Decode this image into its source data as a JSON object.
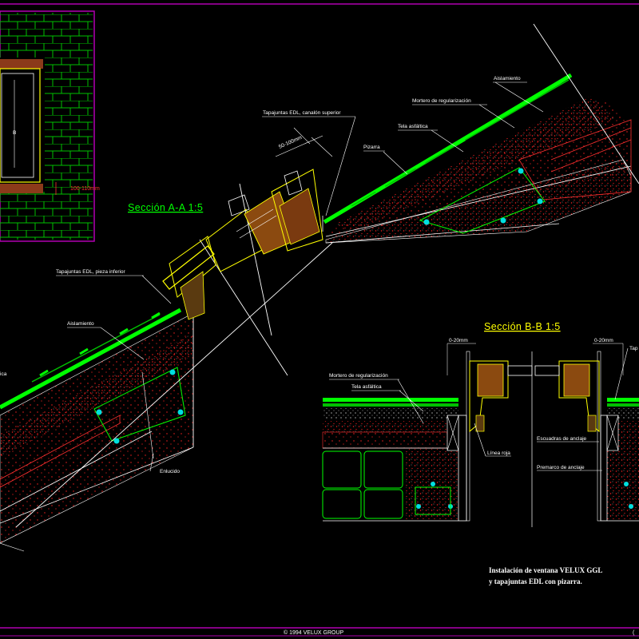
{
  "section_aa": {
    "title": "Sección A-A 1:5",
    "labels": {
      "flashing_top": "Tapajuntas EDL, canalón superior",
      "insulation_top": "Aislamiento",
      "levelling_mortar_top": "Mortero de regularización",
      "asphalt_felt_top": "Tela asfáltica",
      "slate": "Pizarra",
      "flashing_bottom": "Tapajuntas EDL, pieza inferior",
      "insulation_bottom": "Aislamiento",
      "asphalt_felt_cut": "ica",
      "plaster": "Enlucido"
    },
    "dimension": "50-100mm"
  },
  "section_bb": {
    "title": "Sección B-B 1:5",
    "labels": {
      "levelling_mortar": "Mortero de regularización",
      "asphalt_felt": "Tela asfáltica",
      "red_line": "Línea roja",
      "fixing_bracket": "Escuadras de anclaje",
      "fixing_frame": "Premarco de anclaje",
      "flashing_cut": "Tap"
    },
    "dim_left": "0-20mm",
    "dim_right": "0-20mm"
  },
  "elevation": {
    "dim_label": "100-110mm",
    "marker": "B"
  },
  "note": {
    "line1": "Instalación de ventana VELUX GGL",
    "line2": "y tapajuntas EDL con pizarra."
  },
  "footer": {
    "copyright": "© 1994 VELUX GROUP",
    "corner_mark": "("
  },
  "colors": {
    "background": "#000000",
    "frame": "#b000b0",
    "roofing": "#00ff00",
    "window_frame": "#ffff00",
    "text": "#ffffff",
    "concrete_dots": "#ff2020",
    "rebar": "#00e0e0",
    "slate_hatch": "#00c000"
  }
}
